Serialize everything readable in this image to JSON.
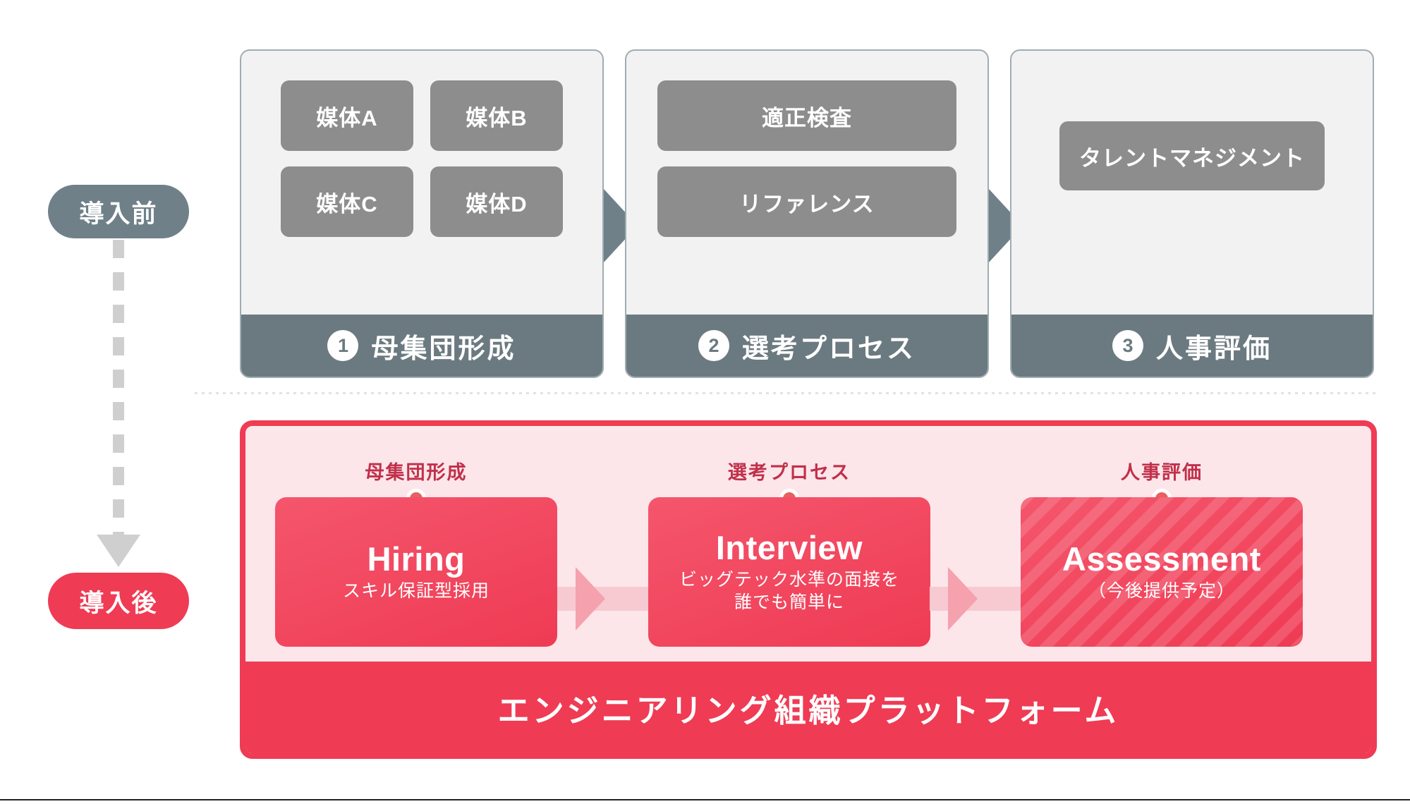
{
  "timeline": {
    "before_label": "導入前",
    "after_label": "導入後",
    "arrow_icon": "down-arrow-icon",
    "colors": {
      "before": "#6f8089",
      "after": "#ef3b54",
      "dash": "#cfcfcf"
    }
  },
  "legacy": {
    "arrow_icon": "right-triangle-icon",
    "cards": [
      {
        "number": "1",
        "title": "母集団形成",
        "items": [
          "媒体A",
          "媒体B",
          "媒体C",
          "媒体D"
        ]
      },
      {
        "number": "2",
        "title": "選考プロセス",
        "items": [
          "適正検査",
          "リファレンス"
        ]
      },
      {
        "number": "3",
        "title": "タレントマネジメント_title_placeholder",
        "title_text": "人事評価",
        "items": [
          "タレントマネジメント"
        ]
      }
    ],
    "colors": {
      "card_bg": "#f2f2f2",
      "card_border": "#9fadb3",
      "footer": "#6b7a80",
      "chip": "#8d8d8d"
    }
  },
  "platform": {
    "banner": "エンジニアリング組織プラットフォーム",
    "arrow_icon": "right-triangle-icon",
    "stages": [
      {
        "label": "母集団形成",
        "name": "Hiring",
        "sub": "スキル保証型採用",
        "striped": false
      },
      {
        "label": "選考プロセス",
        "name": "Interview",
        "sub": "ビッグテック水準の面接を\n誰でも簡単に",
        "sub_line1": "ビッグテック水準の面接を",
        "sub_line2": "誰でも簡単に",
        "striped": false
      },
      {
        "label": "人事評価",
        "name": "Assessment",
        "sub": "（今後提供予定）",
        "striped": true
      }
    ],
    "colors": {
      "border": "#ef3b54",
      "panel_bg": "#fde6ea",
      "box": "#ef3b54",
      "label_text": "#c0304a",
      "connector": "#f7c9d1",
      "connector_arrow": "#f6a1ae"
    }
  }
}
